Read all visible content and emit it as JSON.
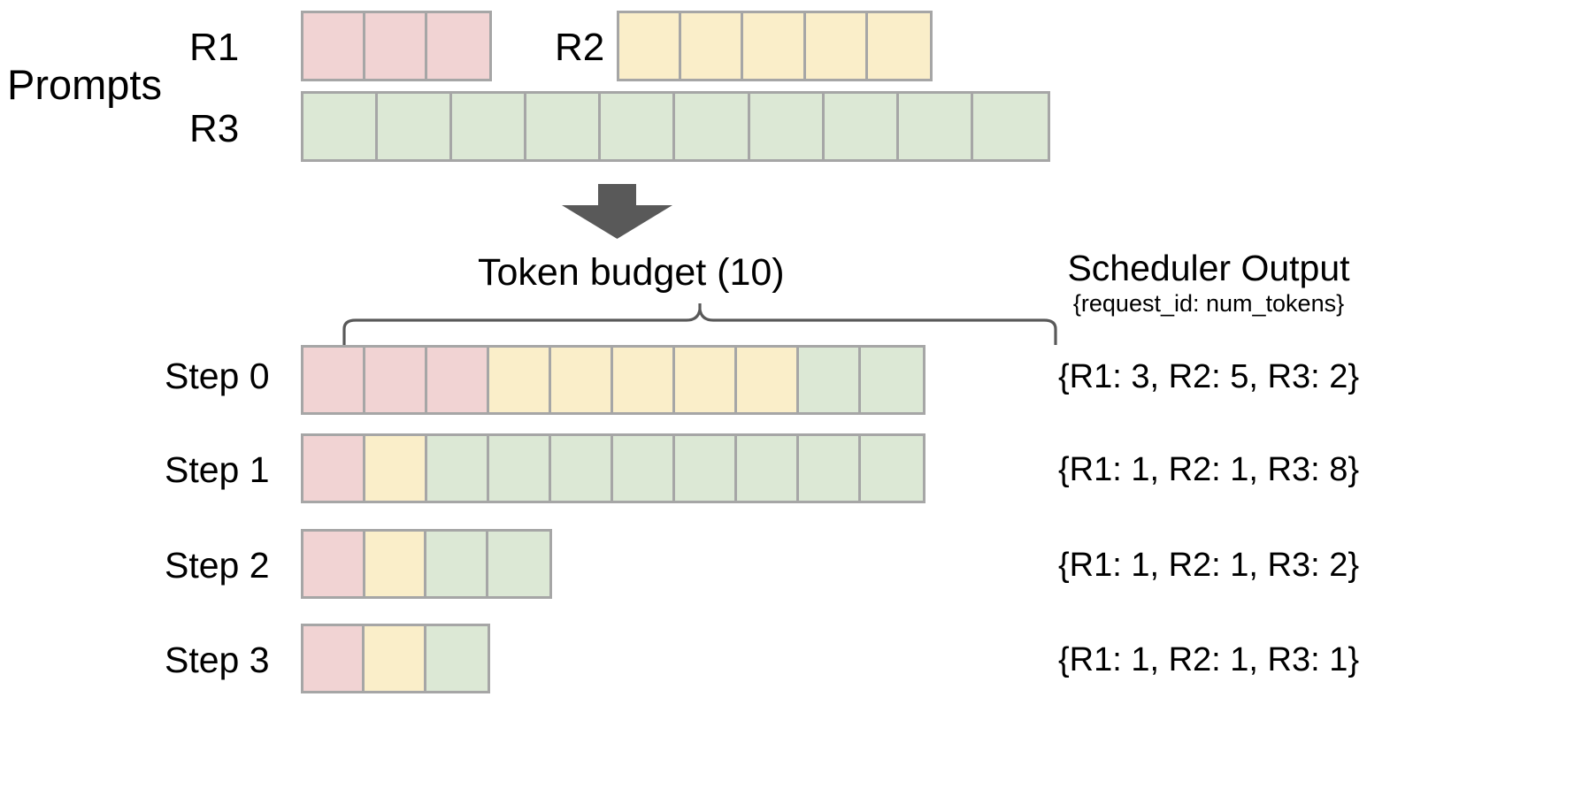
{
  "diagram": {
    "title_left": "Prompts",
    "prompts": {
      "rows": [
        {
          "id": "R1",
          "label": "R1",
          "tokens": 3,
          "color_key": "r1"
        },
        {
          "id": "R2",
          "label": "R2",
          "tokens": 5,
          "color_key": "r2"
        },
        {
          "id": "R3",
          "label": "R3",
          "tokens": 10,
          "color_key": "r3"
        }
      ]
    },
    "arrow": {
      "name": "down-arrow",
      "color": "#595959"
    },
    "budget": {
      "label": "Token  budget (10)",
      "value": 10
    },
    "scheduler": {
      "title": "Scheduler Output",
      "subtitle": "{request_id: num_tokens}"
    },
    "steps": [
      {
        "label": "Step 0",
        "cells": [
          "r1",
          "r1",
          "r1",
          "r2",
          "r2",
          "r2",
          "r2",
          "r2",
          "r3",
          "r3"
        ],
        "output": "{R1: 3, R2: 5, R3: 2}",
        "alloc": {
          "R1": 3,
          "R2": 5,
          "R3": 2
        }
      },
      {
        "label": "Step 1",
        "cells": [
          "r1",
          "r2",
          "r3",
          "r3",
          "r3",
          "r3",
          "r3",
          "r3",
          "r3",
          "r3"
        ],
        "output": "{R1: 1, R2: 1, R3: 8}",
        "alloc": {
          "R1": 1,
          "R2": 1,
          "R3": 8
        }
      },
      {
        "label": "Step 2",
        "cells": [
          "r1",
          "r2",
          "r3",
          "r3"
        ],
        "output": "{R1: 1, R2: 1, R3: 2}",
        "alloc": {
          "R1": 1,
          "R2": 1,
          "R3": 2
        }
      },
      {
        "label": "Step 3",
        "cells": [
          "r1",
          "r2",
          "r3"
        ],
        "output": "{R1: 1, R2: 1, R3: 1}",
        "alloc": {
          "R1": 1,
          "R2": 1,
          "R3": 1
        }
      }
    ],
    "colors": {
      "r1": "#f1d3d3",
      "r2": "#faeec9",
      "r3": "#dce8d5",
      "cell_border": "#a6a6a6",
      "arrow": "#595959",
      "brace": "#595959",
      "text": "#000000",
      "background": "#ffffff"
    }
  }
}
